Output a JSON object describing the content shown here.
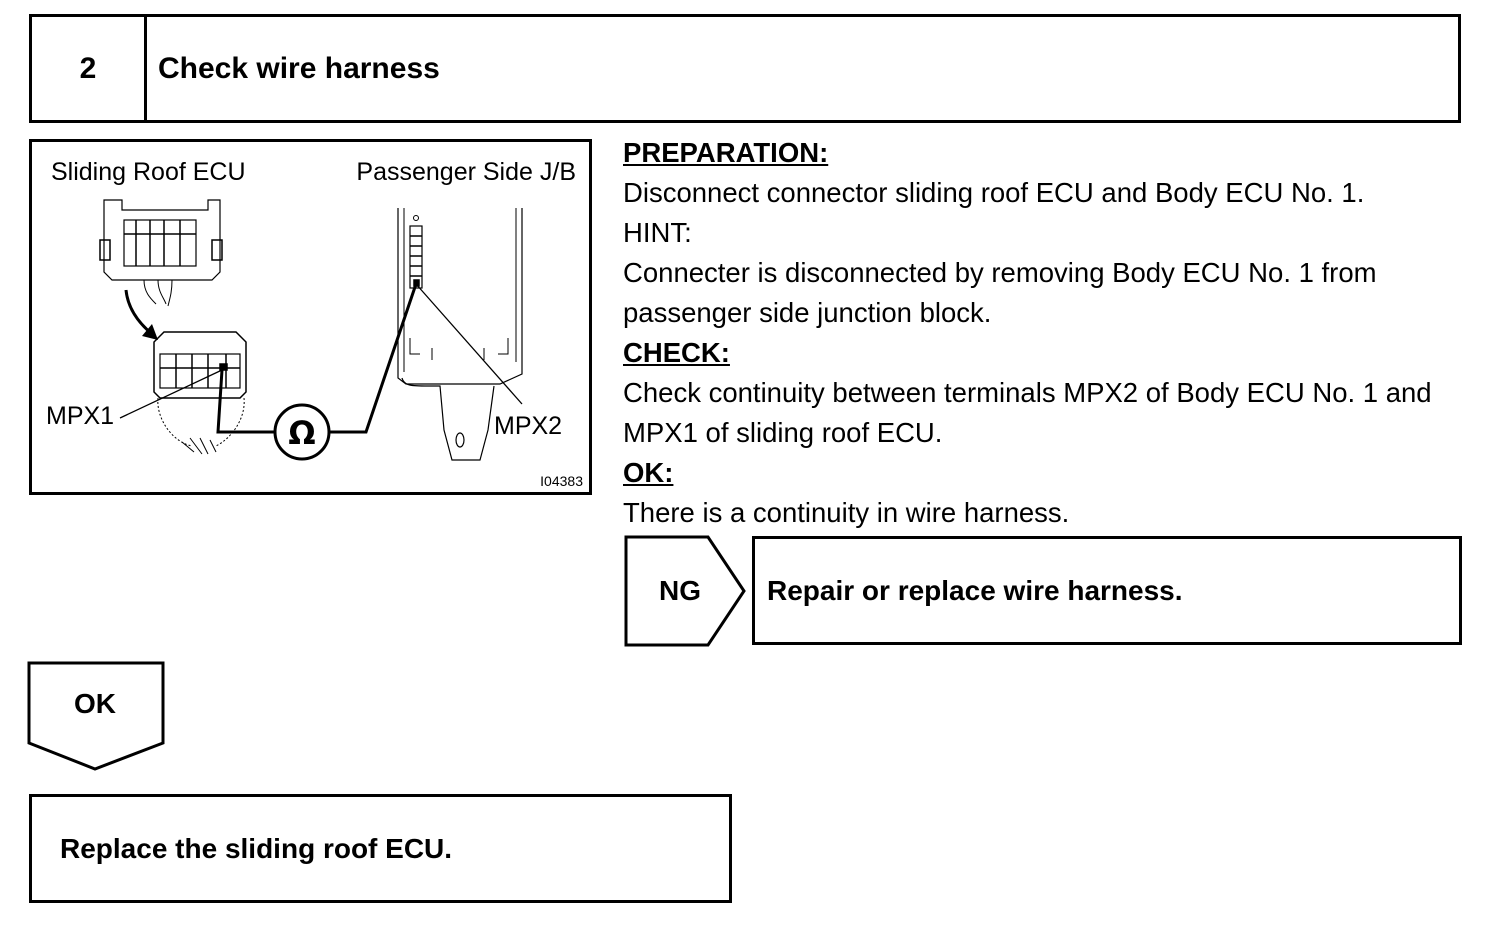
{
  "step": {
    "number": "2",
    "title": "Check wire harness"
  },
  "diagram": {
    "label_ecu": "Sliding Roof ECU",
    "label_jb": "Passenger Side J/B",
    "label_mpx1": "MPX1",
    "label_mpx2": "MPX2",
    "ohmmeter_symbol": "Ω",
    "figure_code": "I04383"
  },
  "instructions": {
    "preparation_heading": "PREPARATION:",
    "preparation_text": "Disconnect connector sliding roof ECU and Body ECU No. 1.",
    "hint_heading": "HINT:",
    "hint_text": "Connecter is disconnected by removing Body ECU No. 1 from passenger side junction block.",
    "check_heading": "CHECK:",
    "check_text": "Check continuity between terminals MPX2 of Body ECU No. 1 and MPX1 of sliding roof ECU.",
    "ok_heading": "OK:",
    "ok_text": "There is a continuity in wire harness."
  },
  "results": {
    "ng_label": "NG",
    "ng_action": "Repair or replace wire harness.",
    "ok_label": "OK",
    "ok_action": "Replace the sliding roof ECU."
  }
}
